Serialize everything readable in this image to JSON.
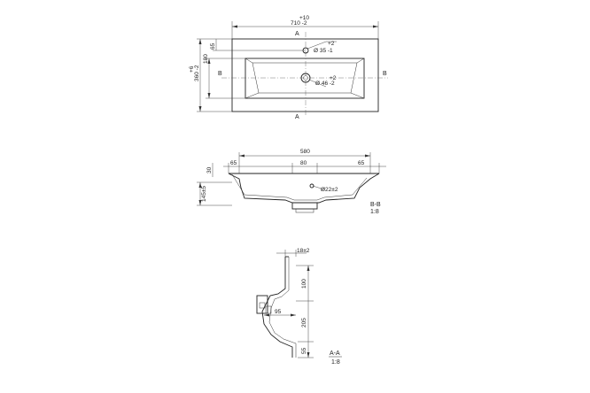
{
  "top_view": {
    "dimensions": {
      "overall_width_tol": "+10",
      "overall_width": "710 -2",
      "depth_tol": "+6",
      "depth": "360 -2",
      "basin_depth": "180",
      "hole_offset": "65",
      "hole_dia_tol": "+2",
      "hole_dia": "Ø 35 -1",
      "drain_dia_tol": "+2",
      "drain_dia": "Ø 46 -2"
    },
    "section_marks": {
      "a_top": "A",
      "a_bottom": "A",
      "b_left": "B",
      "b_right": "B"
    }
  },
  "section_bb": {
    "dimensions": {
      "inner_width": "580",
      "left_rim": "65",
      "center_width": "80",
      "right_rim": "65",
      "rim_height": "30",
      "height": "145±5",
      "overflow": "Ø22±2"
    },
    "label": "B-B",
    "scale": "1:8"
  },
  "section_aa": {
    "dimensions": {
      "rim": "18±2",
      "back": "100",
      "drain_offset": "95",
      "bowl": "205",
      "front": "55"
    },
    "label": "A-A",
    "scale": "1:8"
  }
}
